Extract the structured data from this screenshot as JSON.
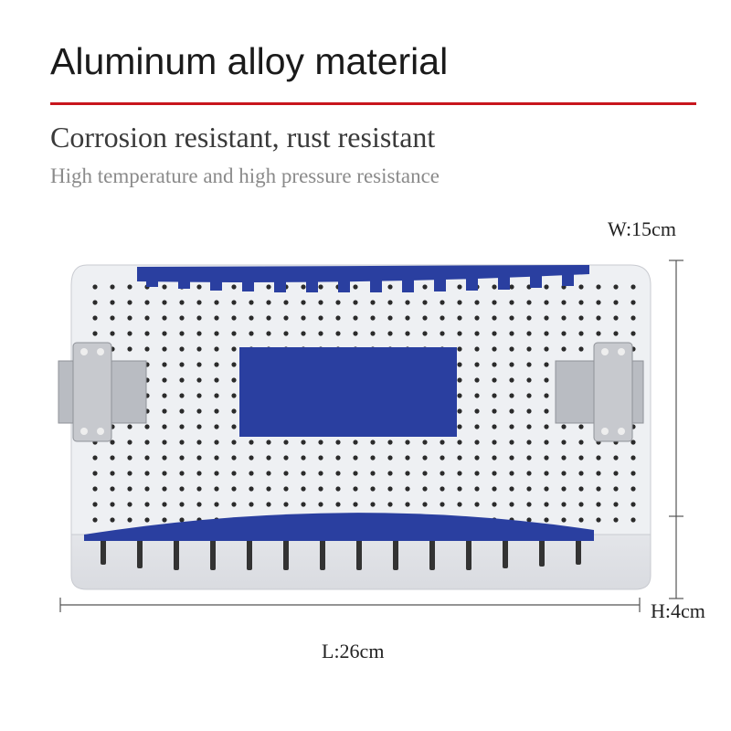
{
  "header": {
    "title": "Aluminum alloy material",
    "subtitle": "Corrosion resistant, rust resistant",
    "tagline": "High temperature and high pressure resistance"
  },
  "dimensions": {
    "width": "W:15cm",
    "height": "H:4cm",
    "length": "L:26cm"
  },
  "colors": {
    "accent_rule": "#c8161d",
    "silicone_blue": "#2a3fa0",
    "tray_body": "#e9eaee"
  }
}
